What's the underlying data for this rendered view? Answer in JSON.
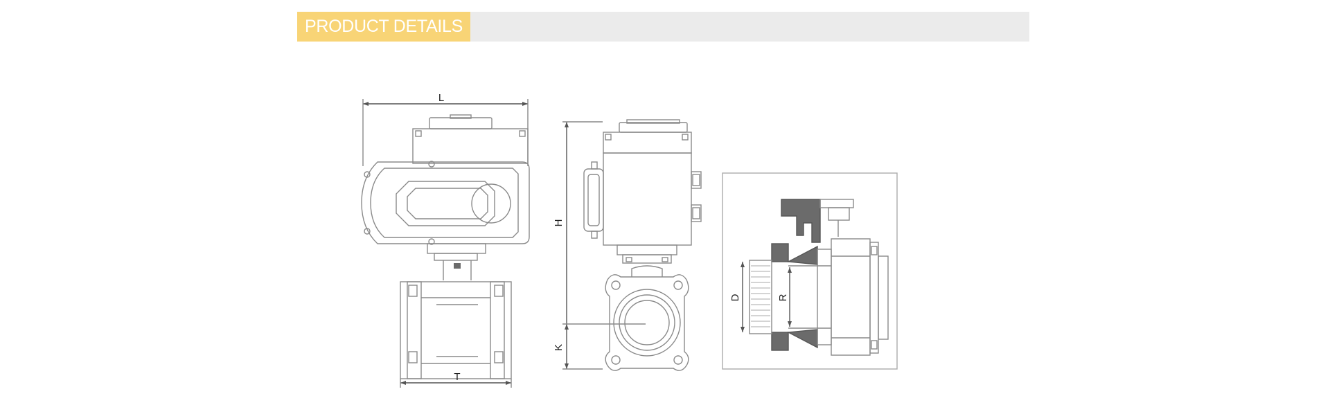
{
  "header": {
    "title": "PRODUCT DETAILS"
  },
  "colors": {
    "accent": "#f8d476",
    "bar": "#ebebeb",
    "line": "#888888",
    "dark": "#6b6b6b"
  },
  "dimensions": {
    "L": "L",
    "H": "H",
    "K": "K",
    "T": "T",
    "D": "D",
    "R": "R"
  }
}
